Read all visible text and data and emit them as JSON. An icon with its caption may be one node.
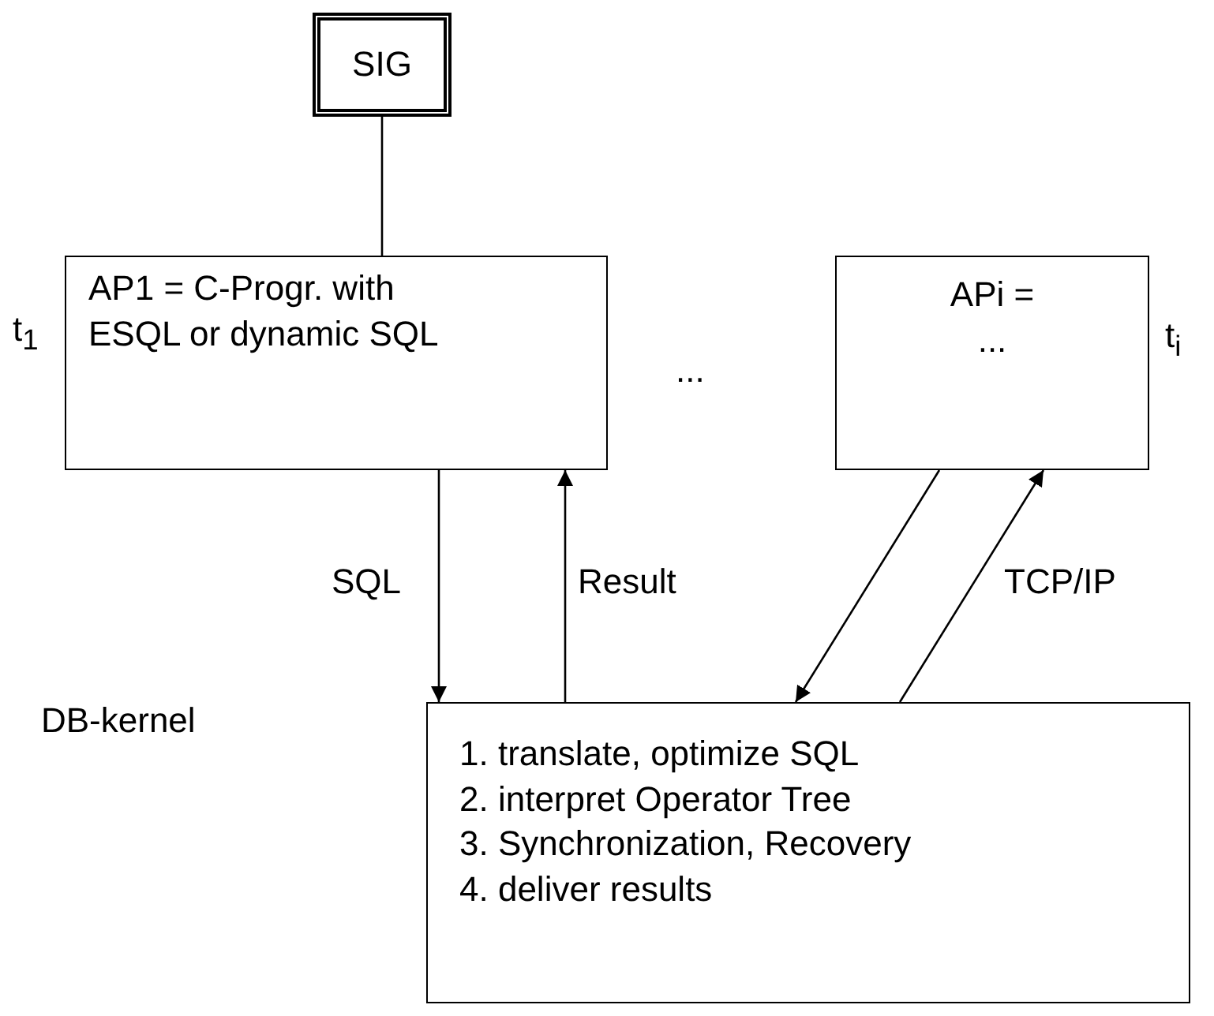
{
  "diagram": {
    "nodes": [
      {
        "text": [
          "SIG"
        ]
      },
      {
        "text": [
          "AP1 = C-Progr. with ESQL or dynamic SQL"
        ],
        "beside": [
          "t$_{1}$"
        ]
      },
      {
        "text": [
          "APi = ..."
        ],
        "beside": [
          "t$_{i}$"
        ]
      },
      {
        "text": [
          "1. translate, optimize SQL",
          "2. interpret Operator Tree",
          "3. Synchronization, Recovery",
          "4. deliver results"
        ]
      }
    ],
    "edges": [
      {
        "from": 0,
        "to": 1,
        "arrow": "none"
      },
      {
        "from": 1,
        "to": 3,
        "arrow": "to",
        "label": "SQL"
      },
      {
        "from": 3,
        "to": 1,
        "arrow": "to",
        "label": "Result"
      },
      {
        "from": 2,
        "to": 3,
        "arrow": "to"
      },
      {
        "from": 3,
        "to": 2,
        "arrow": "to",
        "label": "TCP/IP"
      }
    ],
    "labels": [
      "...",
      "DB-kernel"
    ]
  }
}
